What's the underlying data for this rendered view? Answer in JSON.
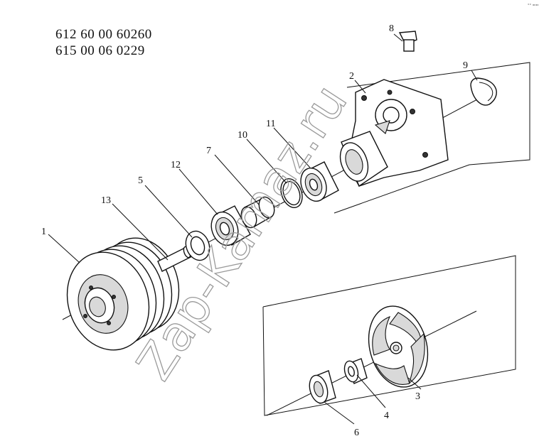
{
  "part_numbers": [
    "612 60 00 60260",
    "615 00 06 0229"
  ],
  "watermark": "Zap-Kamaz.ru",
  "corner_mark": "°° ===",
  "callouts": [
    {
      "id": "1",
      "label": "1"
    },
    {
      "id": "2",
      "label": "2"
    },
    {
      "id": "3",
      "label": "3"
    },
    {
      "id": "4",
      "label": "4"
    },
    {
      "id": "5",
      "label": "5"
    },
    {
      "id": "6",
      "label": "6"
    },
    {
      "id": "7",
      "label": "7"
    },
    {
      "id": "8",
      "label": "8"
    },
    {
      "id": "9",
      "label": "9"
    },
    {
      "id": "10",
      "label": "10"
    },
    {
      "id": "11",
      "label": "11"
    },
    {
      "id": "12",
      "label": "12"
    },
    {
      "id": "13",
      "label": "13"
    }
  ]
}
